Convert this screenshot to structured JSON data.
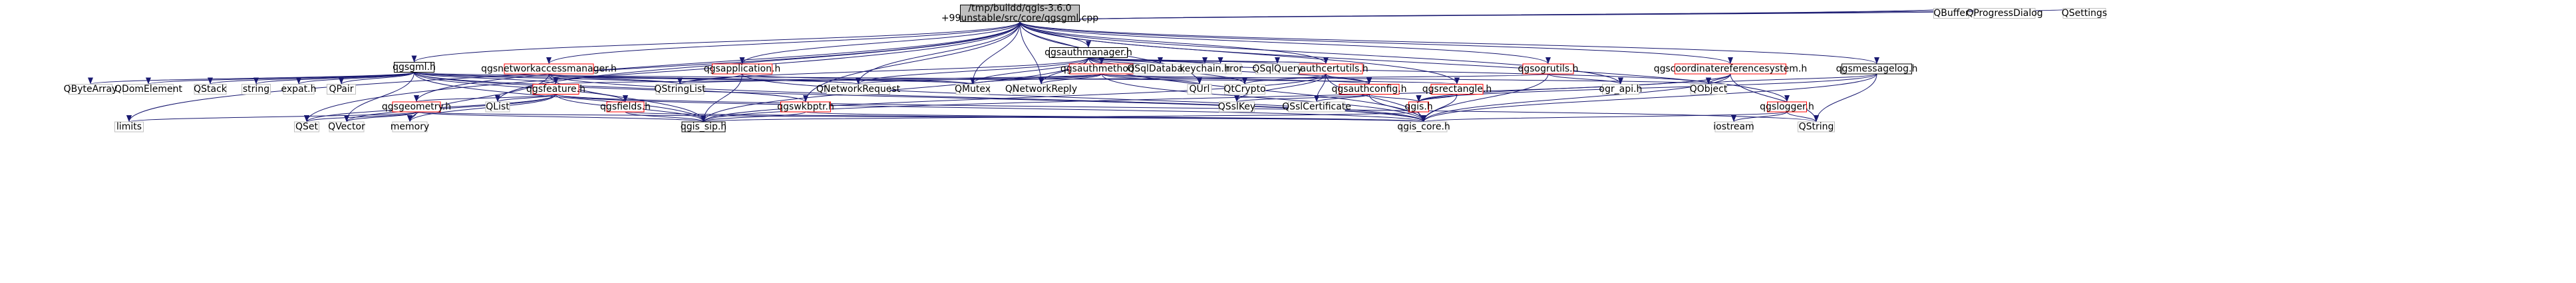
{
  "colors": {
    "background": "#ffffff",
    "root_fill": "#bfbfbf",
    "edge": "#191970",
    "text": "#000000",
    "linked_border": "#ff0000",
    "plain_border": "#bfbfbf",
    "black_border": "#000000",
    "node_fill": "#ffffff"
  },
  "nodes": [
    {
      "id": "root",
      "label_lines": [
        "/tmp/buildd/qgis-3.6.0",
        "+99unstable/src/core/qgsgml.cpp"
      ],
      "style": "root"
    },
    {
      "id": "qgsauthmanager",
      "label_lines": [
        "qgsauthmanager.h"
      ],
      "style": "black"
    },
    {
      "id": "qgsgml",
      "label_lines": [
        "qgsgml.h"
      ],
      "style": "black"
    },
    {
      "id": "qgsnetworkaccessmanager",
      "label_lines": [
        "qgsnetworkaccessmanager.h"
      ],
      "style": "red"
    },
    {
      "id": "qgsapplication",
      "label_lines": [
        "qgsapplication.h"
      ],
      "style": "red"
    },
    {
      "id": "qgsauthmethod",
      "label_lines": [
        "qgsauthmethod.h"
      ],
      "style": "red"
    },
    {
      "id": "qgsauthcertutils",
      "label_lines": [
        "qgsauthcertutils.h"
      ],
      "style": "red"
    },
    {
      "id": "qgsogrutils",
      "label_lines": [
        "qgsogrutils.h"
      ],
      "style": "red"
    },
    {
      "id": "qgscoordinatereferencesystem",
      "label_lines": [
        "qgscoordinatereferencesystem.h"
      ],
      "style": "red"
    },
    {
      "id": "qgsmessagelog",
      "label_lines": [
        "qgsmessagelog.h"
      ],
      "style": "black"
    },
    {
      "id": "qgsfeature",
      "label_lines": [
        "qgsfeature.h"
      ],
      "style": "red"
    },
    {
      "id": "qgsauthconfig",
      "label_lines": [
        "qgsauthconfig.h"
      ],
      "style": "red"
    },
    {
      "id": "qgsrectangle",
      "label_lines": [
        "qgsrectangle.h"
      ],
      "style": "red"
    },
    {
      "id": "qgsgeometry",
      "label_lines": [
        "qgsgeometry.h"
      ],
      "style": "red"
    },
    {
      "id": "qgsfields",
      "label_lines": [
        "qgsfields.h"
      ],
      "style": "red"
    },
    {
      "id": "qgswkbptr",
      "label_lines": [
        "qgswkbptr.h"
      ],
      "style": "red"
    },
    {
      "id": "qgis",
      "label_lines": [
        "qgis.h"
      ],
      "style": "red"
    },
    {
      "id": "qgslogger",
      "label_lines": [
        "qgslogger.h"
      ],
      "style": "red"
    },
    {
      "id": "qgis_sip",
      "label_lines": [
        "qgis_sip.h"
      ],
      "style": "black"
    },
    {
      "id": "qgis_core",
      "label_lines": [
        "qgis_core.h"
      ],
      "style": "plain"
    },
    {
      "id": "QBuffer",
      "label_lines": [
        "QBuffer"
      ],
      "style": "plain"
    },
    {
      "id": "QProgressDialog",
      "label_lines": [
        "QProgressDialog"
      ],
      "style": "plain"
    },
    {
      "id": "QSettings",
      "label_lines": [
        "QSettings"
      ],
      "style": "plain"
    },
    {
      "id": "QSqlDatabase",
      "label_lines": [
        "QSqlDatabase"
      ],
      "style": "plain"
    },
    {
      "id": "QSqlError",
      "label_lines": [
        "QSqlError"
      ],
      "style": "plain"
    },
    {
      "id": "QSqlQuery",
      "label_lines": [
        "QSqlQuery"
      ],
      "style": "plain"
    },
    {
      "id": "keychain",
      "label_lines": [
        "keychain.h"
      ],
      "style": "plain"
    },
    {
      "id": "QByteArray",
      "label_lines": [
        "QByteArray"
      ],
      "style": "plain"
    },
    {
      "id": "QDomElement",
      "label_lines": [
        "QDomElement"
      ],
      "style": "plain"
    },
    {
      "id": "QStack",
      "label_lines": [
        "QStack"
      ],
      "style": "plain"
    },
    {
      "id": "string",
      "label_lines": [
        "string"
      ],
      "style": "plain"
    },
    {
      "id": "expat",
      "label_lines": [
        "expat.h"
      ],
      "style": "plain"
    },
    {
      "id": "QPair",
      "label_lines": [
        "QPair"
      ],
      "style": "plain"
    },
    {
      "id": "QStringList",
      "label_lines": [
        "QStringList"
      ],
      "style": "plain"
    },
    {
      "id": "QNetworkRequest",
      "label_lines": [
        "QNetworkRequest"
      ],
      "style": "plain"
    },
    {
      "id": "QMutex",
      "label_lines": [
        "QMutex"
      ],
      "style": "plain"
    },
    {
      "id": "QNetworkReply",
      "label_lines": [
        "QNetworkReply"
      ],
      "style": "plain"
    },
    {
      "id": "QUrl",
      "label_lines": [
        "QUrl"
      ],
      "style": "plain"
    },
    {
      "id": "QtCrypto",
      "label_lines": [
        "QtCrypto"
      ],
      "style": "plain"
    },
    {
      "id": "ogr_api",
      "label_lines": [
        "ogr_api.h"
      ],
      "style": "plain"
    },
    {
      "id": "QObject",
      "label_lines": [
        "QObject"
      ],
      "style": "plain"
    },
    {
      "id": "QList",
      "label_lines": [
        "QList"
      ],
      "style": "plain"
    },
    {
      "id": "QSslKey",
      "label_lines": [
        "QSslKey"
      ],
      "style": "plain"
    },
    {
      "id": "QSslCertificate",
      "label_lines": [
        "QSslCertificate"
      ],
      "style": "plain"
    },
    {
      "id": "limits",
      "label_lines": [
        "limits"
      ],
      "style": "plain"
    },
    {
      "id": "QSet",
      "label_lines": [
        "QSet"
      ],
      "style": "plain"
    },
    {
      "id": "QVector",
      "label_lines": [
        "QVector"
      ],
      "style": "plain"
    },
    {
      "id": "memory",
      "label_lines": [
        "memory"
      ],
      "style": "plain"
    },
    {
      "id": "iostream",
      "label_lines": [
        "iostream"
      ],
      "style": "plain"
    },
    {
      "id": "QString",
      "label_lines": [
        "QString"
      ],
      "style": "plain"
    }
  ],
  "edges": [
    [
      "root",
      "qgsauthmanager"
    ],
    [
      "root",
      "qgsgml"
    ],
    [
      "root",
      "qgsnetworkaccessmanager"
    ],
    [
      "root",
      "qgsapplication"
    ],
    [
      "root",
      "qgsauthmethod"
    ],
    [
      "root",
      "qgsauthcertutils"
    ],
    [
      "root",
      "qgsogrutils"
    ],
    [
      "root",
      "qgscoordinatereferencesystem"
    ],
    [
      "root",
      "qgsmessagelog"
    ],
    [
      "root",
      "qgsrectangle"
    ],
    [
      "root",
      "qgswkbptr"
    ],
    [
      "root",
      "qgsgeometry"
    ],
    [
      "root",
      "qgslogger"
    ],
    [
      "root",
      "QBuffer"
    ],
    [
      "root",
      "QProgressDialog"
    ],
    [
      "root",
      "QSettings"
    ],
    [
      "root",
      "QNetworkRequest"
    ],
    [
      "root",
      "QNetworkReply"
    ],
    [
      "root",
      "QMutex"
    ],
    [
      "root",
      "QList"
    ],
    [
      "root",
      "QUrl"
    ],
    [
      "root",
      "QSet"
    ],
    [
      "root",
      "limits"
    ],
    [
      "root",
      "ogr_api"
    ],
    [
      "qgsauthmanager",
      "QSqlDatabase"
    ],
    [
      "qgsauthmanager",
      "QSqlError"
    ],
    [
      "qgsauthmanager",
      "QSqlQuery"
    ],
    [
      "qgsauthmanager",
      "keychain"
    ],
    [
      "qgsauthmanager",
      "qgsauthmethod"
    ],
    [
      "qgsauthmanager",
      "qgsauthcertutils"
    ],
    [
      "qgsauthmanager",
      "QObject"
    ],
    [
      "qgsauthmanager",
      "QMutex"
    ],
    [
      "qgsauthmanager",
      "QNetworkRequest"
    ],
    [
      "qgsauthmanager",
      "QNetworkReply"
    ],
    [
      "qgsauthmanager",
      "QStringList"
    ],
    [
      "qgsauthmanager",
      "QtCrypto"
    ],
    [
      "qgsauthmanager",
      "qgsauthconfig"
    ],
    [
      "qgsauthmanager",
      "qgis_core"
    ],
    [
      "qgsauthmanager",
      "qgis_sip"
    ],
    [
      "qgsgml",
      "QByteArray"
    ],
    [
      "qgsgml",
      "QDomElement"
    ],
    [
      "qgsgml",
      "QStack"
    ],
    [
      "qgsgml",
      "string"
    ],
    [
      "qgsgml",
      "expat"
    ],
    [
      "qgsgml",
      "QPair"
    ],
    [
      "qgsgml",
      "QStringList"
    ],
    [
      "qgsgml",
      "qgsfeature"
    ],
    [
      "qgsgml",
      "qgsfields"
    ],
    [
      "qgsgml",
      "qgsrectangle"
    ],
    [
      "qgsgml",
      "qgswkbptr"
    ],
    [
      "qgsgml",
      "qgis_core"
    ],
    [
      "qgsgml",
      "qgis_sip"
    ],
    [
      "qgsgml",
      "QVector"
    ],
    [
      "qgsgml",
      "QNetworkRequest"
    ],
    [
      "qgsnetworkaccessmanager",
      "QStringList"
    ],
    [
      "qgsnetworkaccessmanager",
      "QNetworkRequest"
    ],
    [
      "qgsnetworkaccessmanager",
      "QMutex"
    ],
    [
      "qgsnetworkaccessmanager",
      "qgis_core"
    ],
    [
      "qgsnetworkaccessmanager",
      "qgis_sip"
    ],
    [
      "qgsnetworkaccessmanager",
      "memory"
    ],
    [
      "qgsapplication",
      "QStringList"
    ],
    [
      "qgsapplication",
      "qgis_core"
    ],
    [
      "qgsapplication",
      "qgis_sip"
    ],
    [
      "qgsapplication",
      "QMutex"
    ],
    [
      "qgsauthmethod",
      "QObject"
    ],
    [
      "qgsauthmethod",
      "QNetworkRequest"
    ],
    [
      "qgsauthmethod",
      "QNetworkReply"
    ],
    [
      "qgsauthmethod",
      "QStringList"
    ],
    [
      "qgsauthmethod",
      "QUrl"
    ],
    [
      "qgsauthmethod",
      "QMutex"
    ],
    [
      "qgsauthmethod",
      "qgis_core"
    ],
    [
      "qgsauthmethod",
      "qgsauthconfig"
    ],
    [
      "qgsauthcertutils",
      "QtCrypto"
    ],
    [
      "qgsauthcertutils",
      "QSslCertificate"
    ],
    [
      "qgsauthcertutils",
      "qgsauthconfig"
    ],
    [
      "qgsauthcertutils",
      "qgis_core"
    ],
    [
      "qgsauthcertutils",
      "qgis_sip"
    ],
    [
      "qgsauthcertutils",
      "QSslKey"
    ],
    [
      "qgsogrutils",
      "qgsfeature"
    ],
    [
      "qgsogrutils",
      "ogr_api"
    ],
    [
      "qgsogrutils",
      "qgis_core"
    ],
    [
      "qgscoordinatereferencesystem",
      "QObject"
    ],
    [
      "qgscoordinatereferencesystem",
      "qgis_core"
    ],
    [
      "qgscoordinatereferencesystem",
      "qgis_sip"
    ],
    [
      "qgscoordinatereferencesystem",
      "qgis"
    ],
    [
      "qgscoordinatereferencesystem",
      "QString"
    ],
    [
      "qgsmessagelog",
      "QObject"
    ],
    [
      "qgsmessagelog",
      "qgis_core"
    ],
    [
      "qgsmessagelog",
      "qgis"
    ],
    [
      "qgsmessagelog",
      "QString"
    ],
    [
      "qgsfeature",
      "qgsgeometry"
    ],
    [
      "qgsfeature",
      "qgsfields"
    ],
    [
      "qgsfeature",
      "QList"
    ],
    [
      "qgsfeature",
      "QSet"
    ],
    [
      "qgsfeature",
      "memory"
    ],
    [
      "qgsfeature",
      "qgis_sip"
    ],
    [
      "qgsfeature",
      "qgis_core"
    ],
    [
      "qgsfeature",
      "QString"
    ],
    [
      "qgsfeature",
      "QVector"
    ],
    [
      "qgsauthconfig",
      "QSslKey"
    ],
    [
      "qgsauthconfig",
      "QSslCertificate"
    ],
    [
      "qgsauthconfig",
      "qgis"
    ],
    [
      "qgsauthconfig",
      "qgis_core"
    ],
    [
      "qgsrectangle",
      "qgis"
    ],
    [
      "qgsrectangle",
      "qgis_core"
    ],
    [
      "qgsgeometry",
      "limits"
    ],
    [
      "qgsgeometry",
      "QSet"
    ],
    [
      "qgsgeometry",
      "QVector"
    ],
    [
      "qgsgeometry",
      "memory"
    ],
    [
      "qgsgeometry",
      "qgis_sip"
    ],
    [
      "qgsgeometry",
      "qgis_core"
    ],
    [
      "qgsfields",
      "qgis_sip"
    ],
    [
      "qgsfields",
      "qgis_core"
    ],
    [
      "qgswkbptr",
      "qgis_sip"
    ],
    [
      "qgswkbptr",
      "qgis_core"
    ],
    [
      "qgis",
      "qgis_sip"
    ],
    [
      "qgis",
      "qgis_core"
    ],
    [
      "qgslogger",
      "iostream"
    ],
    [
      "qgslogger",
      "QString"
    ],
    [
      "qgslogger",
      "qgis_core"
    ]
  ]
}
